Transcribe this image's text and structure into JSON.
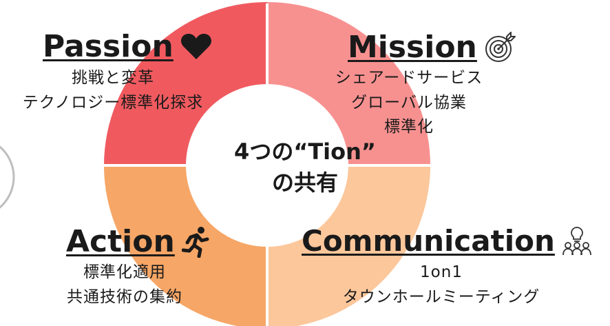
{
  "center": {
    "line1": "4つの“Tion”",
    "line2": "の共有"
  },
  "quadrants": {
    "passion": {
      "title": "Passion",
      "icon": "heart-icon",
      "color": "#f05a5f",
      "lines": [
        "挑戦と変革",
        "テクノロジー標準化探求"
      ]
    },
    "mission": {
      "title": "Mission",
      "icon": "target-icon",
      "color": "#f79190",
      "lines": [
        "シェアードサービス",
        "グローバル協業",
        "標準化"
      ]
    },
    "action": {
      "title": "Action",
      "icon": "runner-icon",
      "color": "#f6a666",
      "lines": [
        "標準化適用",
        "共通技術の集約"
      ]
    },
    "communication": {
      "title": "Communication",
      "icon": "people-idea-icon",
      "color": "#fcc79b",
      "lines": [
        "1on1",
        "タウンホールミーティング"
      ]
    }
  },
  "colors": {
    "separator": "#ffffff",
    "partial_circle_stroke": "#bdbdbd",
    "text": "#1a1a1a"
  }
}
